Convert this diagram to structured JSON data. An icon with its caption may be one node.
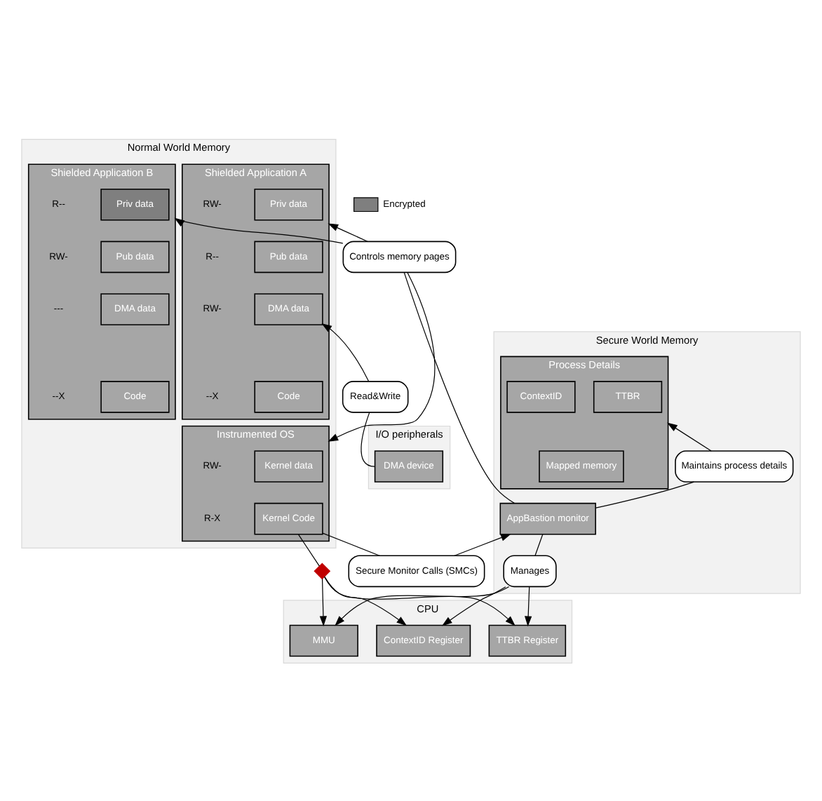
{
  "diagram": {
    "nodes": [
      {
        "text": [
          "Normal World Memory"
        ]
      },
      {
        "text": [
          "Shielded Application A"
        ],
        "in": 0
      },
      {
        "text": [
          "Priv data"
        ],
        "in": 1
      },
      {
        "text": [
          "Pub data"
        ],
        "in": 1
      },
      {
        "text": [
          "DMA data"
        ],
        "in": 1
      },
      {
        "text": [
          "Code"
        ],
        "in": 1
      },
      {
        "text": [
          "Shielded Application B"
        ],
        "in": 0
      },
      {
        "text": [
          "Priv data"
        ],
        "in": 6
      },
      {
        "text": [
          "Pub data"
        ],
        "in": 6
      },
      {
        "text": [
          "DMA data"
        ],
        "in": 6
      },
      {
        "text": [
          "Code"
        ],
        "in": 6
      },
      {
        "text": [
          "Instrumented OS"
        ],
        "in": 0
      },
      {
        "text": [
          "Kernel data"
        ],
        "in": 11
      },
      {
        "text": [
          "Kernel Code"
        ],
        "in": 11
      },
      {
        "text": [
          "Secure World Memory"
        ]
      },
      {
        "text": [
          "Process Details"
        ],
        "in": 14
      },
      {
        "text": [
          "TTBR"
        ],
        "in": 15
      },
      {
        "text": [
          "ContextID"
        ],
        "in": 15
      },
      {
        "text": [
          "Mapped memory"
        ],
        "in": 15
      },
      {
        "text": [
          "Maintains process details"
        ],
        "in": 14
      },
      {
        "text": [
          "AppBastion monitor"
        ],
        "in": 14
      },
      {
        "text": [
          "Controls memory pages"
        ]
      },
      {
        "text": [
          "Read&Write"
        ]
      },
      {
        "text": [
          "Secure Monitor Calls (SMCs)"
        ]
      },
      {
        "text": [
          "Manages"
        ],
        "in": 14
      },
      {
        "text": [
          "I/O peripherals"
        ]
      },
      {
        "text": [
          "DMA device"
        ],
        "in": 25
      },
      {
        "text": [],
        "shape": "cross"
      },
      {
        "text": [
          "CPU"
        ]
      },
      {
        "text": [
          "MMU"
        ],
        "in": 28
      },
      {
        "text": [
          "TTBR Register"
        ],
        "in": 28
      },
      {
        "text": [
          "ContextID Register"
        ],
        "in": 28
      }
    ],
    "edges": [
      {
        "from": 20,
        "to": 21,
        "arrow": "none"
      },
      {
        "from": 21,
        "to": 1,
        "arrow": "to"
      },
      {
        "from": 21,
        "to": 6,
        "arrow": "to"
      },
      {
        "from": 21,
        "to": 11,
        "arrow": "to"
      },
      {
        "from": 20,
        "to": 19,
        "arrow": "none"
      },
      {
        "from": 19,
        "to": 15,
        "arrow": "to"
      },
      {
        "from": 13,
        "to": 23,
        "arrow": "none"
      },
      {
        "from": 23,
        "to": 20,
        "arrow": "to"
      },
      {
        "from": 20,
        "to": 24,
        "arrow": "none"
      },
      {
        "from": 24,
        "to": 29,
        "arrow": "to"
      },
      {
        "from": 24,
        "to": 30,
        "arrow": "to"
      },
      {
        "from": 24,
        "to": 31,
        "arrow": "to"
      },
      {
        "from": 26,
        "to": 22,
        "arrow": "none"
      },
      {
        "from": 22,
        "to": 4,
        "arrow": "to"
      },
      {
        "from": 13,
        "to": 27,
        "arrow": "none"
      },
      {
        "from": 27,
        "to": 29,
        "arrow": "to"
      },
      {
        "from": 27,
        "to": 30,
        "arrow": "to"
      },
      {
        "from": 27,
        "to": 31,
        "arrow": "to"
      }
    ],
    "labels": [
      "RW-",
      "R--",
      "R--",
      "RW-",
      "RW-",
      "---",
      "--X",
      "--X",
      "RW-",
      "R-X"
    ],
    "legend": [
      {
        "text": "Encrypted"
      }
    ]
  }
}
